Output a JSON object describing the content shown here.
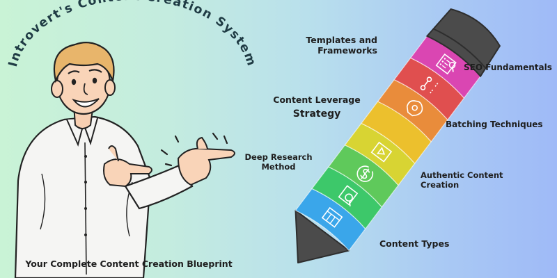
{
  "title": "Introvert's Content Creation System",
  "subtitle": "Your Complete Content Creation Blueprint",
  "colors": {
    "title_text": "#1f3b44",
    "segments": [
      "#3aa6ea",
      "#3dc86a",
      "#5fc95b",
      "#d8d433",
      "#ecc02d",
      "#e98c3b",
      "#e04f4f",
      "#da46b2"
    ],
    "pencil_body": "#4b4b4b",
    "icon_stroke": "#ffffff"
  },
  "icons": [
    "table-icon",
    "browser-search-icon",
    "dollar-cycle-icon",
    "video-frame-icon",
    "",
    "brain-gear-icon",
    "flow-steps-icon",
    "checklist-search-icon"
  ],
  "labels": {
    "templates_line1": "Templates and",
    "templates_line2": "Frameworks",
    "seo": "SEO Fundamentals",
    "leverage_line1": "Content Leverage",
    "leverage_line2": "Strategy",
    "batching": "Batching Techniques",
    "research_line1": "Deep Research",
    "research_line2": "Method",
    "authentic_line1": "Authentic Content",
    "authentic_line2": "Creation",
    "types": "Content Types"
  }
}
